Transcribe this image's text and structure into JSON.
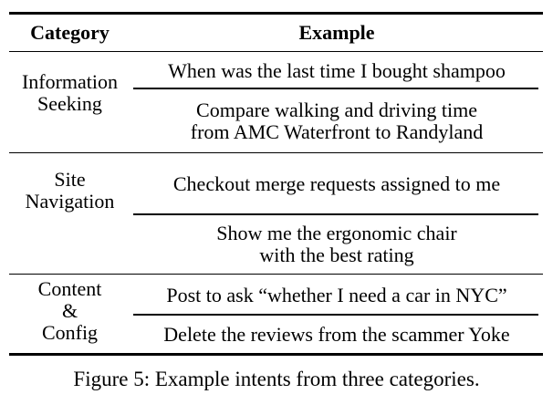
{
  "colors": {
    "text": "#000000",
    "background": "#ffffff",
    "rule": "#000000"
  },
  "table": {
    "headers": {
      "category": "Category",
      "example": "Example"
    },
    "sections": [
      {
        "category": "Information Seeking",
        "category_lines": [
          "Information",
          "Seeking"
        ],
        "examples": [
          {
            "lines": [
              "When was the last time I bought shampoo"
            ]
          },
          {
            "lines": [
              "Compare walking and driving time",
              "from AMC Waterfront to Randyland"
            ]
          }
        ]
      },
      {
        "category": "Site Navigation",
        "category_lines": [
          "Site",
          "Navigation"
        ],
        "examples": [
          {
            "lines": [
              "Checkout merge requests assigned to me"
            ]
          },
          {
            "lines": [
              "Show me the ergonomic chair",
              "with the best rating"
            ]
          }
        ]
      },
      {
        "category": "Content & Config",
        "category_lines": [
          "Content",
          "&",
          "Config"
        ],
        "examples": [
          {
            "lines": [
              "Post to ask “whether I need a car in NYC”"
            ]
          },
          {
            "lines": [
              "Delete the reviews from the scammer Yoke"
            ]
          }
        ]
      }
    ]
  },
  "caption": "Figure 5: Example intents from three categories."
}
